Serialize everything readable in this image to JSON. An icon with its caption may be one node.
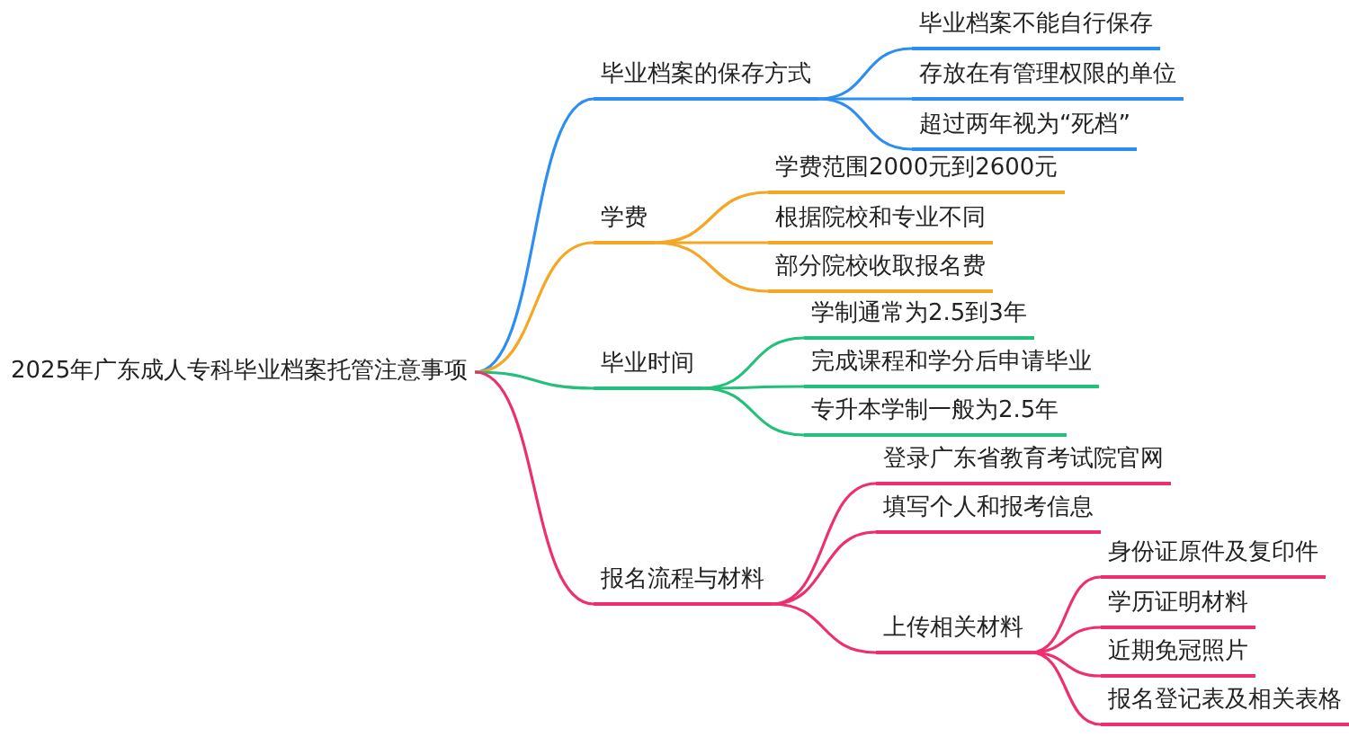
{
  "diagram": {
    "nodes": [
      {
        "text": [
          "2025年广东成人专科毕业档案托管注意事项"
        ]
      },
      {
        "text": [
          "毕业档案的保存方式"
        ]
      },
      {
        "text": [
          "毕业档案不能自行保存"
        ]
      },
      {
        "text": [
          "存放在有管理权限的单位"
        ]
      },
      {
        "text": [
          "超过两年视为“死档”"
        ]
      },
      {
        "text": [
          "学费"
        ]
      },
      {
        "text": [
          "学费范围2000元到2600元"
        ]
      },
      {
        "text": [
          "根据院校和专业不同"
        ]
      },
      {
        "text": [
          "部分院校收取报名费"
        ]
      },
      {
        "text": [
          "毕业时间"
        ]
      },
      {
        "text": [
          "学制通常为2.5到3年"
        ]
      },
      {
        "text": [
          "完成课程和学分后申请毕业"
        ]
      },
      {
        "text": [
          "专升本学制一般为2.5年"
        ]
      },
      {
        "text": [
          "报名流程与材料"
        ]
      },
      {
        "text": [
          "登录广东省教育考试院官网"
        ]
      },
      {
        "text": [
          "填写个人和报考信息"
        ]
      },
      {
        "text": [
          "上传相关材料"
        ]
      },
      {
        "text": [
          "身份证原件及复印件"
        ]
      },
      {
        "text": [
          "学历证明材料"
        ]
      },
      {
        "text": [
          "近期免冠照片"
        ]
      },
      {
        "text": [
          "报名登记表及相关表格"
        ]
      }
    ],
    "edges": [
      {
        "from": 0,
        "to": 1,
        "arrow": "none",
        "color": "#2b8ef0"
      },
      {
        "from": 1,
        "to": 2,
        "arrow": "none",
        "color": "#2b8ef0"
      },
      {
        "from": 1,
        "to": 3,
        "arrow": "none",
        "color": "#2b8ef0"
      },
      {
        "from": 1,
        "to": 4,
        "arrow": "none",
        "color": "#2b8ef0"
      },
      {
        "from": 0,
        "to": 5,
        "arrow": "none",
        "color": "#f5a623"
      },
      {
        "from": 5,
        "to": 6,
        "arrow": "none",
        "color": "#f5a623"
      },
      {
        "from": 5,
        "to": 7,
        "arrow": "none",
        "color": "#f5a623"
      },
      {
        "from": 5,
        "to": 8,
        "arrow": "none",
        "color": "#f5a623"
      },
      {
        "from": 0,
        "to": 9,
        "arrow": "none",
        "color": "#22c07a"
      },
      {
        "from": 9,
        "to": 10,
        "arrow": "none",
        "color": "#22c07a"
      },
      {
        "from": 9,
        "to": 11,
        "arrow": "none",
        "color": "#22c07a"
      },
      {
        "from": 9,
        "to": 12,
        "arrow": "none",
        "color": "#22c07a"
      },
      {
        "from": 0,
        "to": 13,
        "arrow": "none",
        "color": "#ee2f6f"
      },
      {
        "from": 13,
        "to": 14,
        "arrow": "none",
        "color": "#ee2f6f"
      },
      {
        "from": 13,
        "to": 15,
        "arrow": "none",
        "color": "#ee2f6f"
      },
      {
        "from": 13,
        "to": 16,
        "arrow": "none",
        "color": "#ee2f6f"
      },
      {
        "from": 16,
        "to": 17,
        "arrow": "none",
        "color": "#ee2f6f"
      },
      {
        "from": 16,
        "to": 18,
        "arrow": "none",
        "color": "#ee2f6f"
      },
      {
        "from": 16,
        "to": 19,
        "arrow": "none",
        "color": "#ee2f6f"
      },
      {
        "from": 16,
        "to": 20,
        "arrow": "none",
        "color": "#ee2f6f"
      }
    ]
  }
}
